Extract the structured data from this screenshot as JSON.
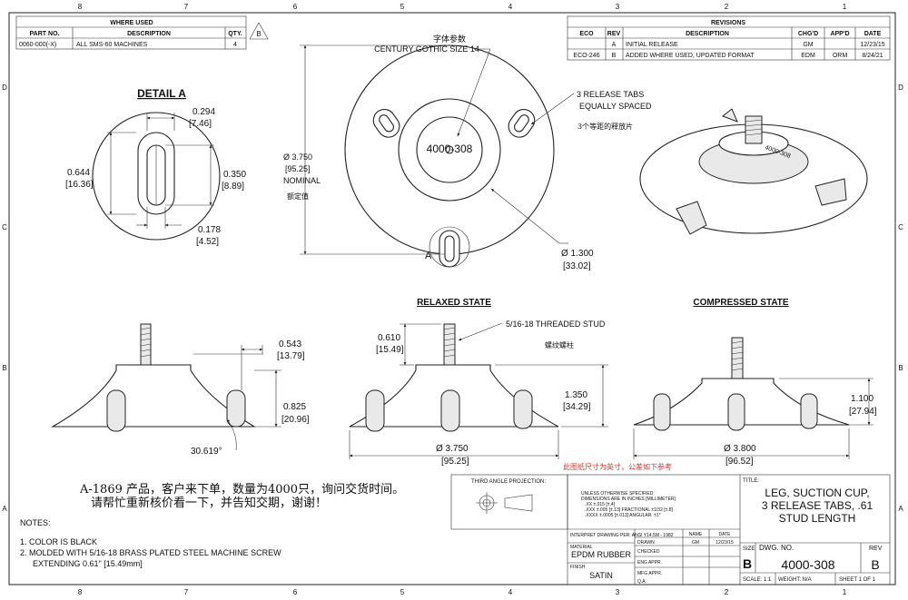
{
  "zones": {
    "top": [
      "8",
      "7",
      "6",
      "5",
      "4",
      "3",
      "2",
      "1"
    ],
    "side": [
      "D",
      "C",
      "B",
      "A"
    ]
  },
  "where_used": {
    "title": "WHERE USED",
    "headers": [
      "PART NO.",
      "DESCRIPTION",
      "QTY."
    ],
    "row": [
      "0060-000(-X)",
      "ALL SMS-60 MACHINES",
      "4"
    ],
    "rev_flag": "B"
  },
  "revisions": {
    "title": "REVISIONS",
    "headers": [
      "ECO",
      "REV",
      "DESCRIPTION",
      "CHG'D",
      "APP'D",
      "DATE"
    ],
    "rows": [
      [
        "",
        "A",
        "INITIAL RELEASE",
        "GM",
        "",
        "12/23/15"
      ],
      [
        "ECO-246",
        "B",
        "ADDED WHERE USED, UPDATED FORMAT",
        "EDM",
        "ORM",
        "8/24/21"
      ]
    ]
  },
  "detail_a": {
    "title": "DETAIL A",
    "dim_width": "0.294",
    "dim_width_mm": "[7.46]",
    "dim_height": "0.644",
    "dim_height_mm": "[16.36]",
    "dim_inner": "0.350",
    "dim_inner_mm": "[8.89]",
    "dim_bottom": "0.178",
    "dim_bottom_mm": "[4.52]"
  },
  "top_view": {
    "font_note_cn": "字体参数",
    "font_note": "CENTURY GOTHIC SIZE 14",
    "part_label": "4000-308",
    "tabs_note_1": "3 RELEASE TABS",
    "tabs_note_2": "EQUALLY SPACED",
    "tabs_note_cn": "3个等距的释放片",
    "dia": "Ø 3.750",
    "dia_mm": "[95.25]",
    "nominal": "NOMINAL",
    "nominal_cn": "额定值",
    "inner_dia": "Ø 1.300",
    "inner_dia_mm": "[33.02]",
    "detail_callout": "A"
  },
  "iso_view": {
    "stud_text": "4000-308"
  },
  "left_side": {
    "dim_a": "0.543",
    "dim_a_mm": "[13.79]",
    "dim_b": "0.825",
    "dim_b_mm": "[20.96]",
    "angle": "30.619°"
  },
  "relaxed": {
    "title": "RELAXED STATE",
    "stud": "5/16-18 THREADED STUD",
    "stud_cn": "螺纹螺柱",
    "dim_stud": "0.610",
    "dim_stud_mm": "[15.49]",
    "dim_height": "1.350",
    "dim_height_mm": "[34.29]",
    "dim_dia": "Ø 3.750",
    "dim_dia_mm": "[95.25]"
  },
  "compressed": {
    "title": "COMPRESSED STATE",
    "dim_height": "1.100",
    "dim_height_mm": "[27.94]",
    "dim_dia": "Ø 3.800",
    "dim_dia_mm": "[96.52]"
  },
  "red_note": "此图纸尺寸为英寸，公差如下参考",
  "order_note_1": "A-1869 产品，客户来下单，数量为4000只，询问交货时间。",
  "order_note_2": "请帮忙重新核价看一下，并告知交期，谢谢！",
  "notes": {
    "title": "NOTES:",
    "items": [
      "1. COLOR IS BLACK",
      "2. MOLDED WITH 5/16-18 BRASS PLATED STEEL MACHINE SCREW",
      "EXTENDING 0.61\" [15.49mm]"
    ]
  },
  "projection": {
    "label": "THIRD ANGLE PROJECTION:"
  },
  "title_block": {
    "tol_1": "UNLESS OTHERWISE SPECIFIED:",
    "tol_2": "DIMENSIONS ARE IN INCHES [MILLIMETER]",
    "tol_3": ".XX ±.015 [±.4]",
    "tol_4": ".XXX ±.005 [±.13] FRACTIONAL ±1/32 [±.8]",
    "tol_5": ".XXXX ±.0005 [±.013] ANGULAR: ±1°",
    "interp": "INTERPRET DRAWING PER: ANSI Y14.5M - 1982",
    "col_name": "NAME",
    "col_date": "DATE",
    "drawn": "DRAWN",
    "drawn_by": "GM",
    "drawn_date": "12/23/15",
    "checked": "CHECKED",
    "eng_appr": "ENG APPR.",
    "mfg_appr": "MFG APPR.",
    "qa": "Q.A.",
    "material_label": "MATERIAL",
    "material": "EPDM RUBBER",
    "finish_label": "FINISH",
    "finish": "SATIN",
    "title_label": "TITLE:",
    "title_1": "LEG, SUCTION CUP,",
    "title_2": "3 RELEASE TABS, .61",
    "title_3": "STUD LENGTH",
    "size_label": "SIZE",
    "size": "B",
    "dwg_label": "DWG. NO.",
    "dwg_no": "4000-308",
    "rev_label": "REV",
    "rev": "B",
    "scale": "SCALE: 1:1",
    "weight": "WEIGHT: N/A",
    "sheet": "SHEET 1 OF 1"
  }
}
